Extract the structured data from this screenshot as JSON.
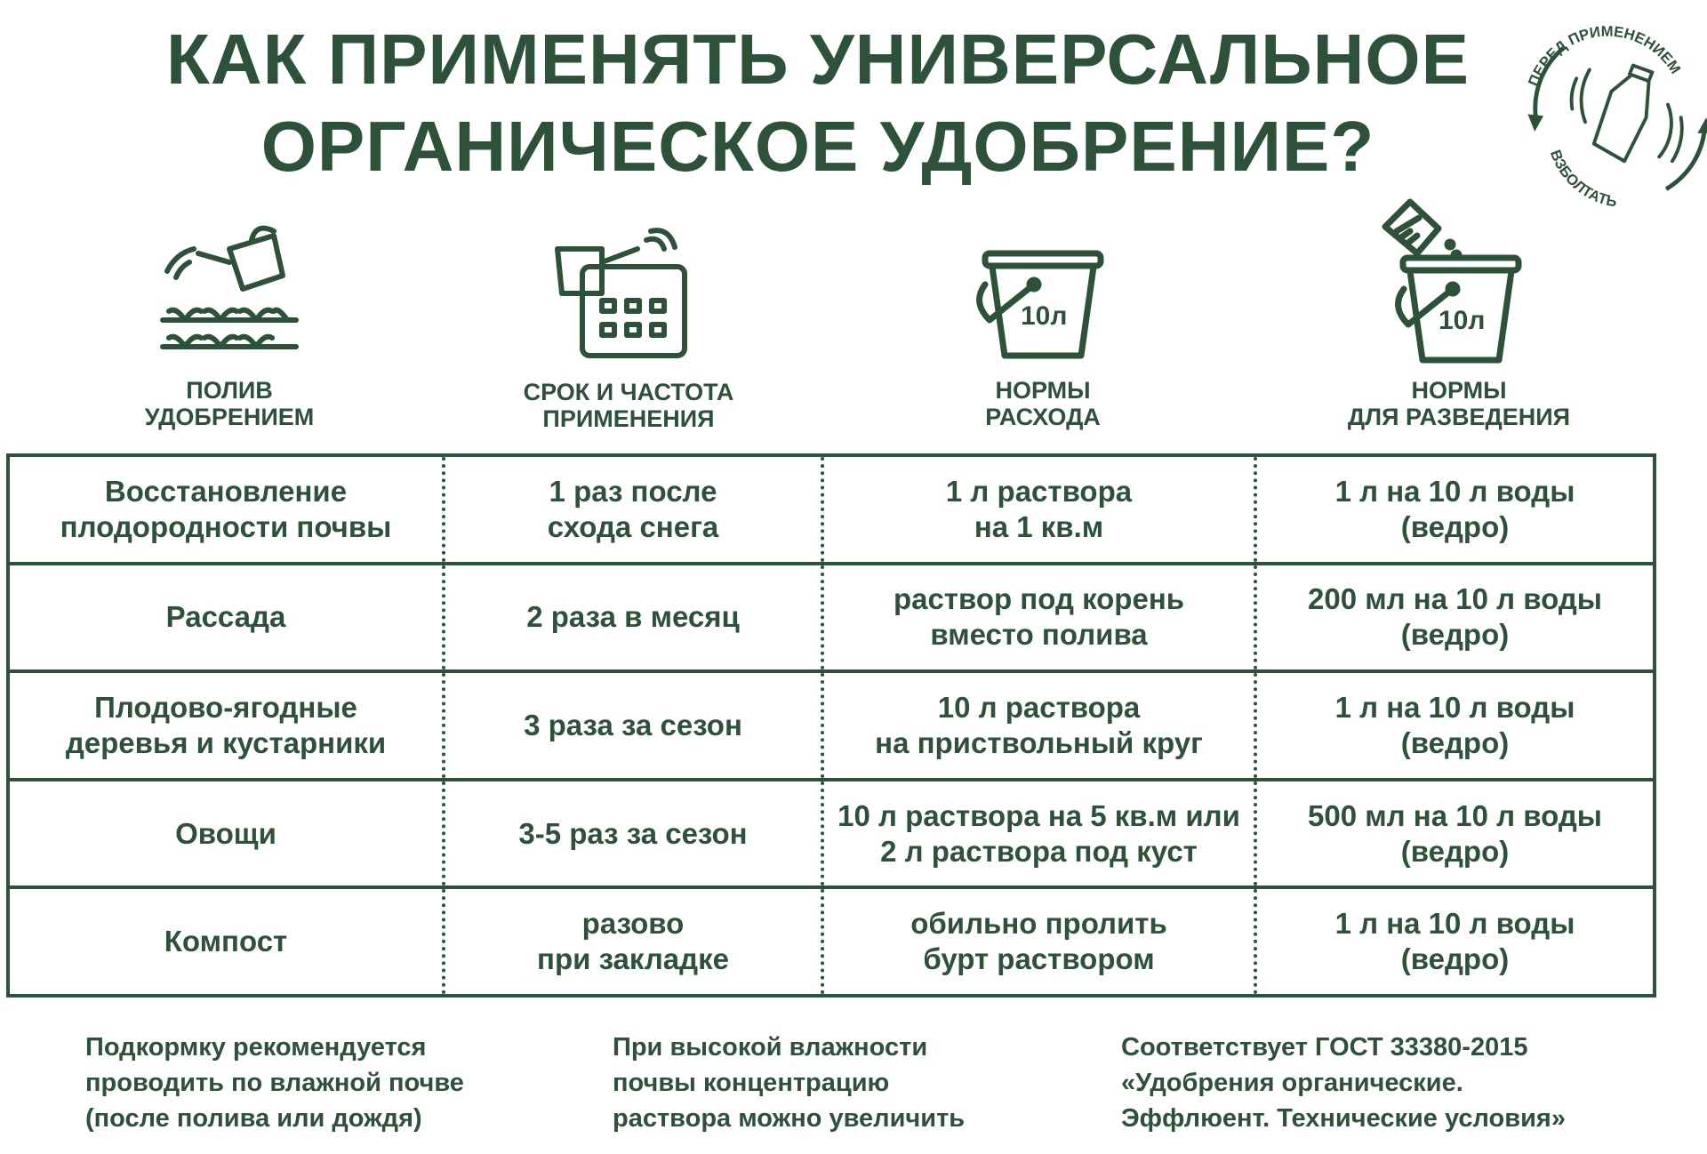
{
  "title": "КАК ПРИМЕНЯТЬ УНИВЕРСАЛЬНОЕ\nОРГАНИЧЕСКОЕ УДОБРЕНИЕ?",
  "badge": {
    "top_text": "ПЕРЕД ПРИМЕНЕНИЕМ",
    "bottom_text": "ВЗБОЛТАТЬ",
    "icon": "shake-bottle-icon"
  },
  "accent_color": "#2d5239",
  "columns": [
    {
      "label": "ПОЛИВ\nУДОБРЕНИЕМ",
      "icon": "watering-can-icon"
    },
    {
      "label": "СРОК И ЧАСТОТА\nПРИМЕНЕНИЯ",
      "icon": "calendar-icon"
    },
    {
      "label": "НОРМЫ\nРАСХОДА",
      "icon": "bucket-icon",
      "icon_text": "10л"
    },
    {
      "label": "НОРМЫ\nДЛЯ РАЗВЕДЕНИЯ",
      "icon": "bucket-measuring-cup-icon",
      "icon_text": "10л"
    }
  ],
  "rows": [
    [
      "Восстановление\nплодородности почвы",
      "1 раз после\nсхода снега",
      "1 л раствора\nна 1 кв.м",
      "1 л на 10 л воды\n(ведро)"
    ],
    [
      "Рассада",
      "2 раза в месяц",
      "раствор под корень\nвместо полива",
      "200 мл на 10 л воды\n(ведро)"
    ],
    [
      "Плодово-ягодные\nдеревья и кустарники",
      "3 раза за сезон",
      "10 л раствора\nна приствольный круг",
      "1 л на 10 л воды\n(ведро)"
    ],
    [
      "Овощи",
      "3-5 раз за сезон",
      "10 л раствора на 5 кв.м или\n2 л раствора под куст",
      "500 мл на 10 л воды\n(ведро)"
    ],
    [
      "Компост",
      "разово\nпри закладке",
      "обильно пролить\nбурт раствором",
      "1 л на 10 л воды\n(ведро)"
    ]
  ],
  "notes": [
    "Подкормку рекомендуется\nпроводить по влажной почве\n(после полива или дождя)",
    "При высокой влажности\nпочвы концентрацию\nраствора можно увеличить",
    "Соответствует ГОСТ 33380-2015\n«Удобрения органические.\nЭффлюент. Технические условия»"
  ]
}
